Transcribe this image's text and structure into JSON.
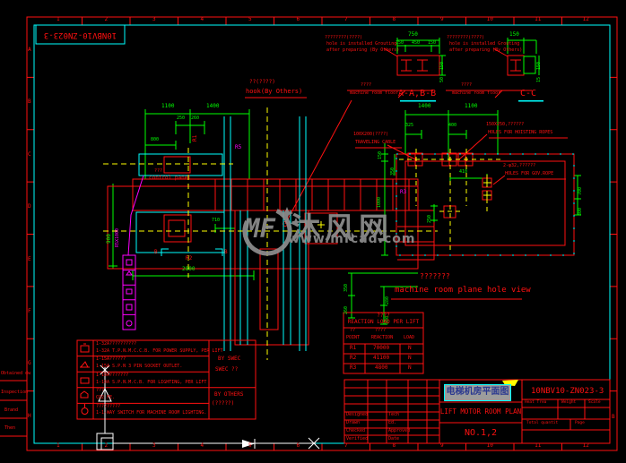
{
  "frame": {
    "code": "10NBV10-ZN023-3",
    "zones_top": [
      "1",
      "2",
      "3",
      "4",
      "5",
      "6",
      "7",
      "8",
      "9",
      "10",
      "11",
      "12"
    ],
    "zones_left": [
      "A",
      "B",
      "C",
      "D",
      "E",
      "F",
      "G",
      "H"
    ],
    "zone_right": "B",
    "margin_rows": [
      "Obtained dw",
      "Inspection",
      "Brand",
      "Then"
    ]
  },
  "watermark": {
    "mf": "MF",
    "cn": "沐风网",
    "url": "www.mfcad.com"
  },
  "details": {
    "aabb": {
      "title": "A-A,B-B",
      "note_cn": "????????(????)",
      "note1": "hole is installed Grouting",
      "note2": "after preparing (By Others)",
      "floor_cn": "????",
      "floor_en": "machine room floor",
      "dim_total": "750",
      "seg1": "150",
      "seg2": "450",
      "seg3": "150",
      "r1": "150",
      "r2": "50"
    },
    "cc": {
      "title": "C-C",
      "note_cn": "????????(????)",
      "note1": "hole is installed Grouting",
      "note2": "after preparing (By Others)",
      "floor_cn": "????",
      "floor_en": "machine room floor",
      "dim_top": "150",
      "r1": "150",
      "r2": "15"
    }
  },
  "left_view": {
    "hook_cn": "??(????)",
    "hook_en": "hook(By Others)",
    "control_cn": "???",
    "control_en": "control panel",
    "plate": "R5X1000",
    "marks": {
      "r1": "R1",
      "r2": "R2",
      "r3": "R3",
      "r5": "R5",
      "b": "B"
    },
    "dims": {
      "d1100": "1100",
      "d1400": "1400",
      "d250": "250",
      "d260": "260",
      "d800": "800",
      "d900": "900",
      "d2800": "2800",
      "d710": "710",
      "d350": "350",
      "d260b": "260",
      "d280": "280",
      "d300": "300"
    }
  },
  "right_view": {
    "title_cn": "???????",
    "title_en": "machine room plane hole view",
    "hoist1": "150X250,??????",
    "hoist2": "HOLES FOR HOISTING ROPES",
    "gov1": "2-φ32,??????",
    "gov2": "HOLES FOR GOV.ROPE",
    "cable1": "100X200(????)",
    "cable2": "TRAVELING CABLE",
    "dims": {
      "d1400": "1400",
      "d1100": "1100",
      "d325": "325",
      "d400": "400",
      "d150": "150",
      "d350": "350",
      "d1000": "1000",
      "d410": "410",
      "d250": "250",
      "d700": "700",
      "d300": "300"
    }
  },
  "reaction": {
    "title_cn": "????",
    "title_en": "REACTION LOAD PER LIFT",
    "point_cn": "??",
    "point_en": "POINT",
    "react_cn": "????",
    "react_en": "REACTION",
    "load": "LOAD",
    "rows": [
      {
        "pt": "R1",
        "val": "70000",
        "unit": "N"
      },
      {
        "pt": "R2",
        "val": "41100",
        "unit": "N"
      },
      {
        "pt": "R3",
        "val": "4800",
        "unit": "N"
      }
    ]
  },
  "notes": {
    "rows": [
      {
        "cn": "1-32A??????????",
        "en": "1-32A T.P.N.M.C.C.B. FOR POWER SUPPLY, PER LIFT"
      },
      {
        "cn": "1-15A??????",
        "en": "1-15A S.P.N 3 PIN SOCKET OUTLET."
      },
      {
        "cn": "1-10A???????",
        "en": "1-10A S.P.N.M.C.B. FOR LIGHTING, PER LIFT"
      },
      {
        "cn": "???",
        "en": "CO2 FE."
      },
      {
        "cn": "?????????",
        "en": "1-1-WAY SWITCH FOR MACHINE ROOM LIGHTING."
      }
    ],
    "swec1": "BY SWEC",
    "swec2": "SWEC ??",
    "others1": "BY OTHERS",
    "others2": "(?????)"
  },
  "tblock": {
    "cn": "电梯机房平面图",
    "en": "LIFT MOTOR ROOM PLAN",
    "no": "NO.1,2",
    "code": "10NBV10-ZN023-3",
    "labels": {
      "designed": "Designed",
      "drawn": "Drawn",
      "checked": "Checked",
      "verified": "Verified",
      "tech": "Tech",
      "ed": "Ed.",
      "approved": "Approved",
      "date": "Date",
      "heat": "Heat Trea",
      "weight": "Weight",
      "scale": "Scale",
      "total": "Total quantit",
      "page": "Page"
    }
  },
  "colors": {
    "red": "#ff1111",
    "green": "#00ff00",
    "cyan": "#00ffff",
    "yellow": "#ffff00",
    "magenta": "#ff00ff",
    "white": "#ffffff",
    "grey": "#8f8f8f",
    "navy": "#2b3990",
    "bg": "#000000"
  }
}
